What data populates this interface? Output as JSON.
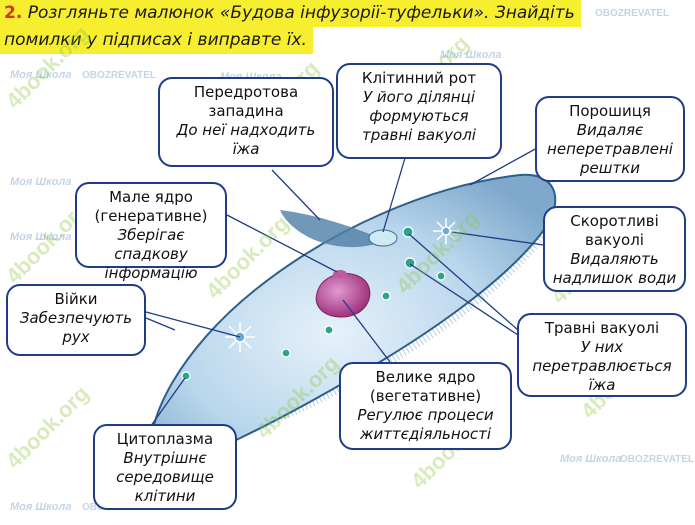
{
  "task": {
    "number": "2.",
    "line1": "Розгляньте малюнок «Будова інфузорії-туфельки». Знайдіть",
    "line2": "помилки у підписах і виправте їх."
  },
  "labels": {
    "peristome": {
      "title": "Передротова западина",
      "desc": "До неї надходить їжа"
    },
    "cell_mouth": {
      "title": "Клітинний рот",
      "desc": "У його ділянці формуються травні вакуолі"
    },
    "anal_pore": {
      "title": "Порошиця",
      "desc": "Видаляє неперетравлені рештки"
    },
    "micronucleus": {
      "title": "Мале ядро (генеративне)",
      "desc": "Зберігає спадкову інформацію"
    },
    "contractile_vacuoles": {
      "title": "Скоротливі вакуолі",
      "desc": "Видаляють надлишок води"
    },
    "cilia": {
      "title": "Війки",
      "desc": "Забезпечують рух"
    },
    "food_vacuoles": {
      "title": "Травні вакуолі",
      "desc": "У них перетравлюється їжа"
    },
    "macronucleus": {
      "title": "Велике ядро (вегетативне)",
      "desc": "Регулює процеси життєдіяльності"
    },
    "cytoplasm": {
      "title": "Цитоплазма",
      "desc": "Внутрішнє середовище клітини"
    }
  },
  "watermarks": {
    "site": "4book.org",
    "school": "Моя Школа",
    "obozrevatel": "OBOZREVATEL"
  },
  "colors": {
    "highlight": "#f7ee2f",
    "task_number": "#d9301f",
    "box_border": "#1f3d86",
    "cell_body": "#9fc3e0",
    "cell_outline": "#2c5f8a",
    "macronucleus": "#b04d94",
    "watermark_green": "#8cc63f"
  }
}
